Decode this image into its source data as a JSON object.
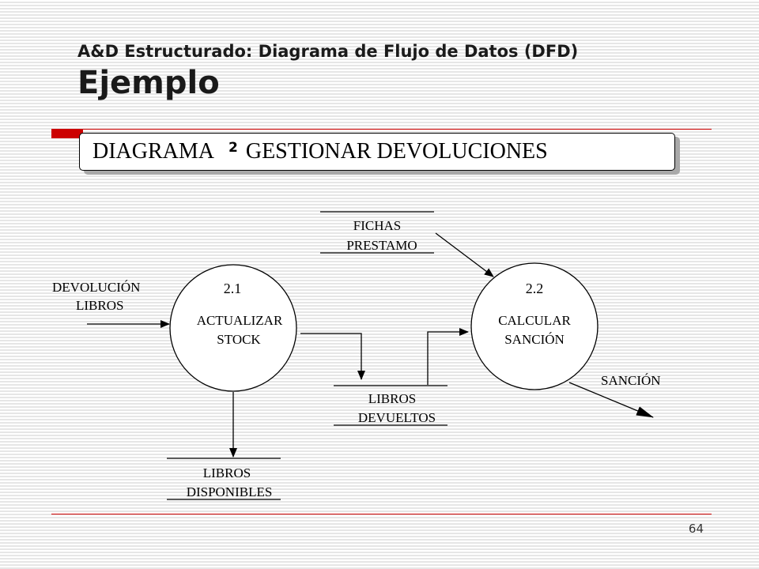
{
  "slide": {
    "title_line1": "A&D Estructurado: Diagrama de Flujo de Datos (DFD)",
    "title_line2": "Ejemplo",
    "page_number": "64"
  },
  "banner": {
    "word": "DIAGRAMA",
    "number": "2",
    "name": "GESTIONAR DEVOLUCIONES"
  },
  "diagram": {
    "processes": [
      {
        "id": "2.1",
        "label_lines": [
          "ACTUALIZAR",
          "STOCK"
        ]
      },
      {
        "id": "2.2",
        "label_lines": [
          "CALCULAR",
          "SANCIÓN"
        ]
      }
    ],
    "stores": [
      {
        "key": "fichas",
        "label_lines": [
          "FICHAS",
          "PRESTAMO"
        ]
      },
      {
        "key": "devueltos",
        "label_lines": [
          "LIBROS",
          "DEVUELTOS"
        ]
      },
      {
        "key": "disponibles",
        "label_lines": [
          "LIBROS",
          "DISPONIBLES"
        ]
      }
    ],
    "flows": [
      {
        "key": "devolucion",
        "label_lines": [
          "DEVOLUCIÓN",
          "LIBROS"
        ]
      },
      {
        "key": "sancion",
        "label_lines": [
          "SANCIÓN"
        ]
      }
    ]
  }
}
